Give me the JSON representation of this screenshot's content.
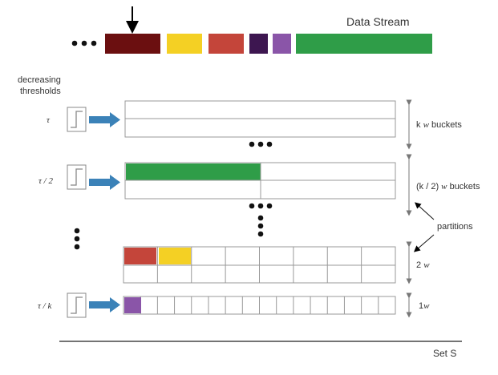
{
  "stream": {
    "label": "Data Stream",
    "blocks": [
      {
        "color": "#6b0f10"
      },
      {
        "color": "#f4d024"
      },
      {
        "color": "#c4453a"
      },
      {
        "color": "#3d1650"
      },
      {
        "color": "#8a55a8"
      },
      {
        "color": "#2f9d48"
      }
    ]
  },
  "thresholds_label_line1": "decreasing",
  "thresholds_label_line2": "thresholds",
  "rows": {
    "r1": {
      "tau_label": "τ",
      "bucket_label": {
        "pre": "k ",
        "w": "w",
        "post": "  buckets"
      }
    },
    "r2": {
      "tau_label": "τ / 2",
      "bucket_label": {
        "pre": "(k / 2) ",
        "w": "w",
        "post": "  buckets"
      }
    },
    "r3": {
      "bucket_label": {
        "pre": "2 ",
        "w": "w",
        "post": ""
      }
    },
    "r4": {
      "tau_label": "τ / k",
      "bucket_label": {
        "pre": "1",
        "w": "w",
        "post": ""
      }
    }
  },
  "partitions_label": "partitions",
  "set_label": "Set S",
  "colors": {
    "arrow": "#3b82b8",
    "outline": "#999999",
    "green": "#2f9d48",
    "red": "#c4453a",
    "yellow": "#f4d024",
    "purple": "#8a55a8"
  }
}
